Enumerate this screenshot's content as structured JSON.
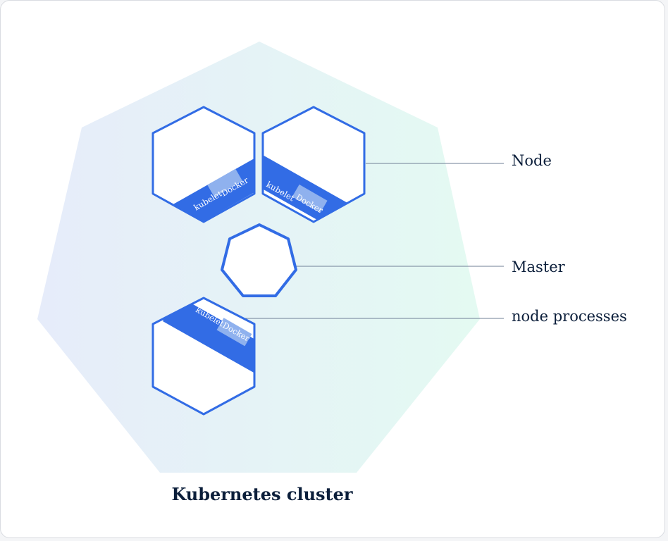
{
  "diagram": {
    "callouts": {
      "node": "Node",
      "master": "Master",
      "node_processes": "node processes"
    },
    "footer": "Kubernetes cluster",
    "band": {
      "kubelet": "kubelet",
      "docker": "Docker"
    }
  },
  "colors": {
    "accent": "#326ce5",
    "docker_fill": "#8fb1ee",
    "text": "#0b1e3a",
    "leader": "#6f7f96",
    "cluster_left": "#e6ecfa",
    "cluster_right": "#e6fbf4"
  }
}
